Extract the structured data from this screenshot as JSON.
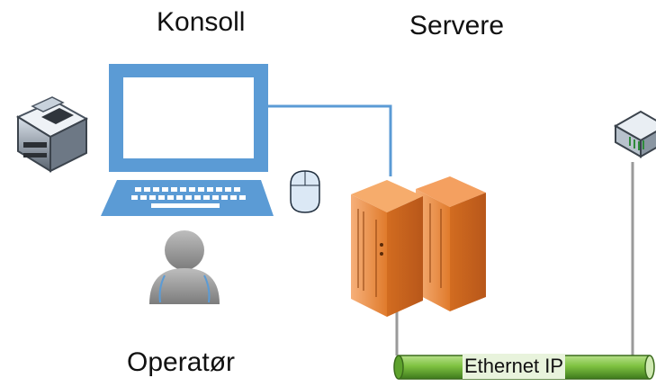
{
  "labels": {
    "console": "Konsoll",
    "servers": "Servere",
    "operator": "Operatør",
    "network": "Ethernet IP"
  },
  "icons": {
    "printer": "printer-icon",
    "monitor": "monitor-icon",
    "keyboard": "keyboard-icon",
    "mouse": "mouse-icon",
    "operator": "user-icon",
    "servers": "server-rack-icon",
    "switch": "network-switch-icon",
    "network_bus": "ethernet-cable-icon"
  },
  "colors": {
    "monitor_blue": "#5b9bd5",
    "cable_blue": "#5b9bd5",
    "server_orange": "#e8883a",
    "ethernet_green": "#7fc241",
    "user_gray": "#9a9a9a"
  }
}
